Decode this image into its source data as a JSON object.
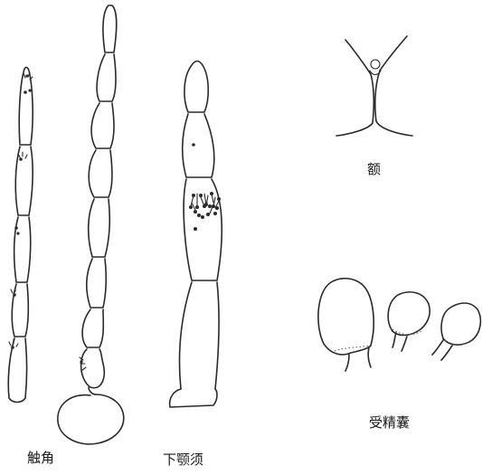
{
  "figure": {
    "labels": {
      "antenna": "触角",
      "maxillary_palp": "下颚须",
      "frons": "额",
      "spermatheca": "受精囊"
    },
    "ink_color": "#2a2a2a",
    "background": "#ffffff"
  }
}
